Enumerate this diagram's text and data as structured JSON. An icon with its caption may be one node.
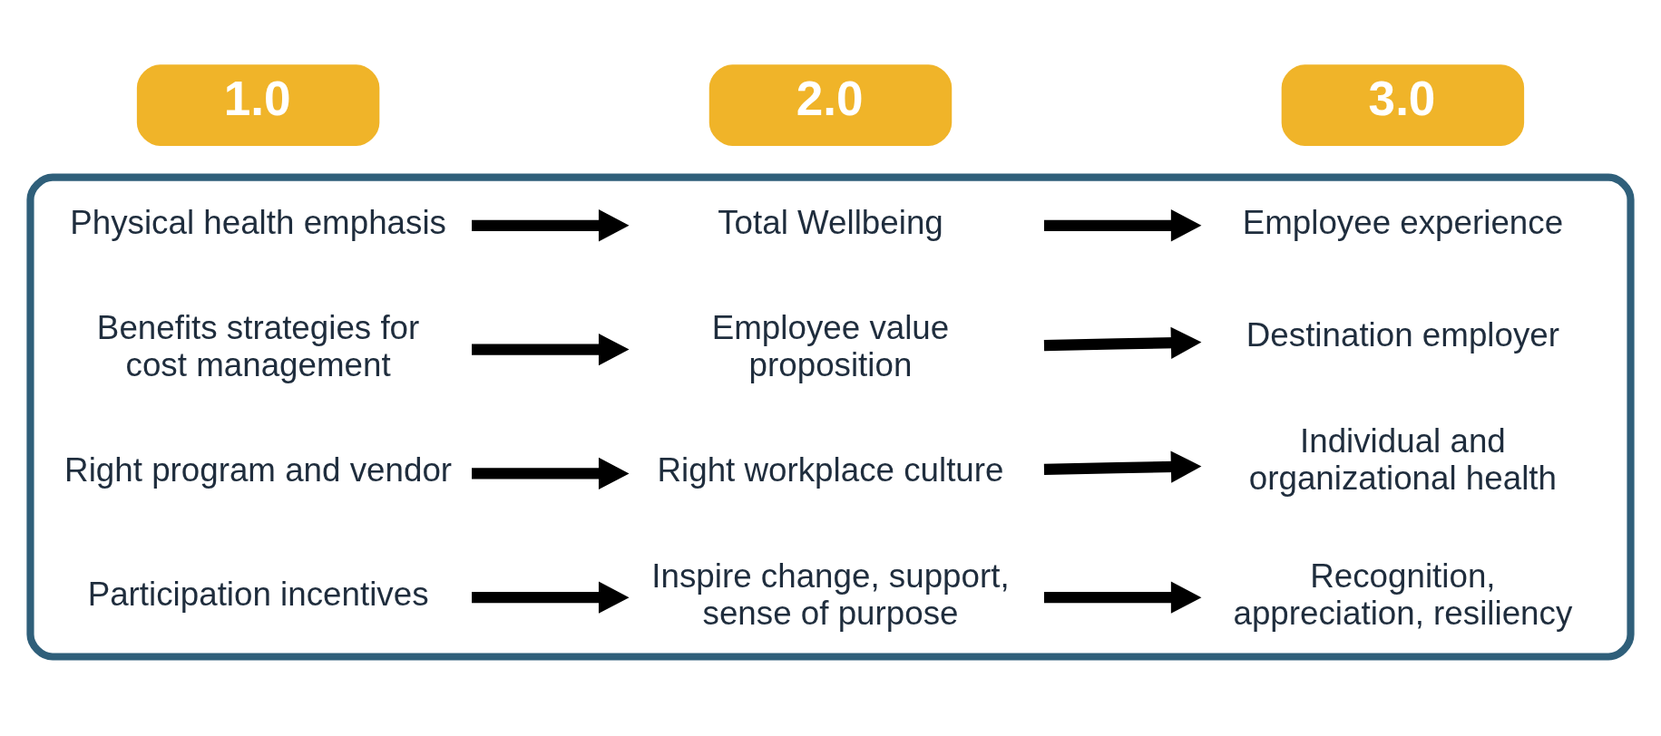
{
  "diagram": {
    "nodes": [
      {
        "text": [],
        "shape": "box"
      },
      {
        "text": [
          "1.0"
        ]
      },
      {
        "text": [
          "2.0"
        ]
      },
      {
        "text": [
          "3.0"
        ]
      },
      {
        "text": [
          "Physical health emphasis"
        ],
        "in": 0
      },
      {
        "text": [
          "Total Wellbeing"
        ],
        "in": 0
      },
      {
        "text": [
          "Employee experience"
        ],
        "in": 0
      },
      {
        "text": [
          "Benefits strategies for cost management"
        ],
        "in": 0
      },
      {
        "text": [
          "Employee value proposition"
        ],
        "in": 0
      },
      {
        "text": [
          "Destination employer"
        ],
        "in": 0
      },
      {
        "text": [
          "Right program and vendor"
        ],
        "in": 0
      },
      {
        "text": [
          "Right workplace culture"
        ],
        "in": 0
      },
      {
        "text": [
          "Individual and organizational health"
        ],
        "in": 0
      },
      {
        "text": [
          "Participation incentives"
        ],
        "in": 0
      },
      {
        "text": [
          "Inspire change, support, sense of purpose"
        ],
        "in": 0
      },
      {
        "text": [
          "Recognition, appreciation, resiliency"
        ],
        "in": 0
      }
    ],
    "edges": [
      {
        "from": 4,
        "to": 5,
        "arrow": "to"
      },
      {
        "from": 5,
        "to": 6,
        "arrow": "to"
      },
      {
        "from": 7,
        "to": 8,
        "arrow": "to"
      },
      {
        "from": 8,
        "to": 9,
        "arrow": "to"
      },
      {
        "from": 10,
        "to": 11,
        "arrow": "to"
      },
      {
        "from": 11,
        "to": 12,
        "arrow": "to"
      },
      {
        "from": 13,
        "to": 14,
        "arrow": "to"
      },
      {
        "from": 14,
        "to": 15,
        "arrow": "to"
      }
    ]
  }
}
